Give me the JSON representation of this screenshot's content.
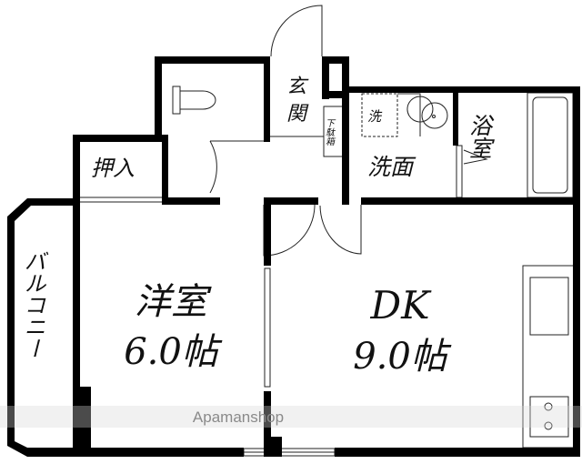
{
  "floorplan": {
    "rooms": {
      "genkan": "玄関",
      "shoe_box": "下駄箱",
      "washer": "洗",
      "washroom": "洗面",
      "bathroom": "浴室",
      "closet": "押入",
      "western_room": "洋室",
      "western_room_size": "6.0帖",
      "dk": "DK",
      "dk_size": "9.0帖",
      "balcony": "バルコニー"
    },
    "watermark": "Apamanshop"
  },
  "colors": {
    "wall": "#000000",
    "line": "#222222",
    "watermark": "#8a8a8a"
  }
}
